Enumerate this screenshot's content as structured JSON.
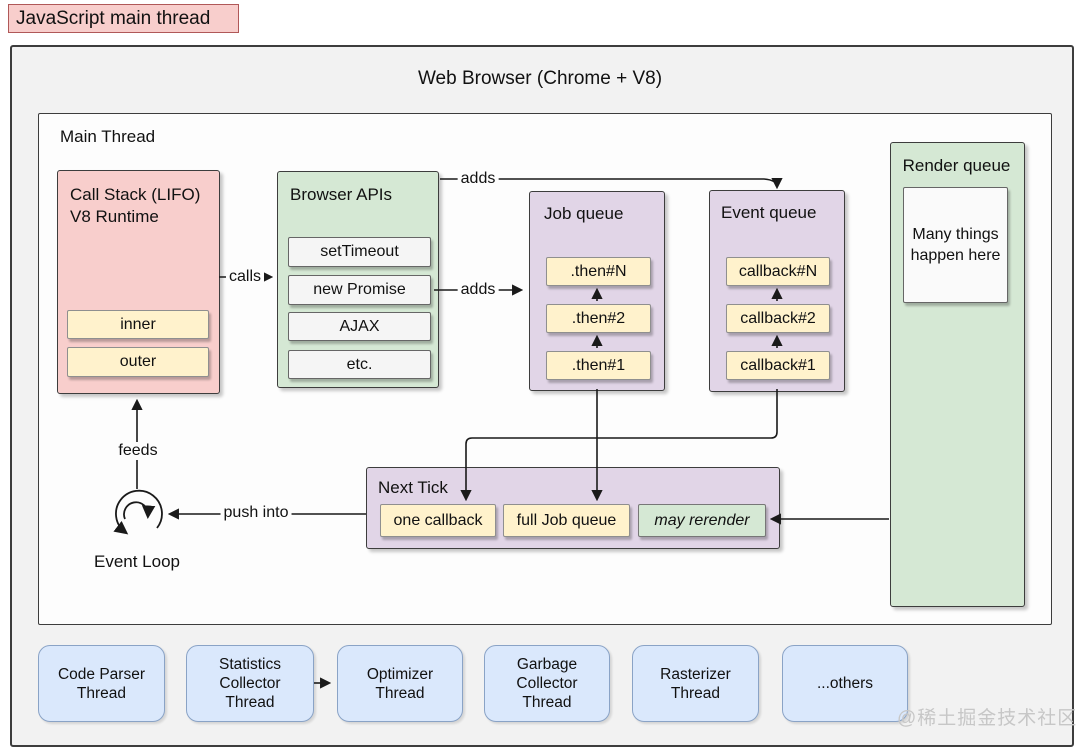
{
  "badge": {
    "label": "JavaScript main thread"
  },
  "browser": {
    "title": "Web Browser (Chrome + V8)",
    "main_thread": "Main Thread"
  },
  "call_stack": {
    "title": "Call Stack (LIFO)\nV8 Runtime",
    "frames": [
      "inner",
      "outer"
    ]
  },
  "browser_apis": {
    "title": "Browser APIs",
    "items": [
      "setTimeout",
      "new Promise",
      "AJAX",
      "etc."
    ]
  },
  "job_queue": {
    "title": "Job queue",
    "items": [
      ".then#N",
      ".then#2",
      ".then#1"
    ]
  },
  "event_queue": {
    "title": "Event queue",
    "items": [
      "callback#N",
      "callback#2",
      "callback#1"
    ]
  },
  "render_queue": {
    "title": "Render queue",
    "note": "Many things happen here"
  },
  "next_tick": {
    "title": "Next Tick",
    "items": [
      "one callback",
      "full Job queue",
      "may rerender"
    ]
  },
  "event_loop": {
    "label": "Event Loop"
  },
  "edges": {
    "calls": "calls",
    "adds_to_event_queue": "adds",
    "adds_to_job_queue": "adds",
    "feeds": "feeds",
    "push_into": "push into"
  },
  "worker_threads": [
    "Code Parser\nThread",
    "Statistics\nCollector\nThread",
    "Optimizer\nThread",
    "Garbage\nCollector\nThread",
    "Rasterizer\nThread",
    "...others"
  ],
  "watermark": "@稀土掘金技术社区",
  "palette": {
    "call_stack_pink": "#f8cecc",
    "api_green": "#d5e8d4",
    "queue_purple": "#e1d5e7",
    "item_yellow": "#fff2cc",
    "thread_blue": "#dae8fc",
    "arrow_black": "#1a1a1a",
    "watermark_gray": "#c7c7c7"
  }
}
